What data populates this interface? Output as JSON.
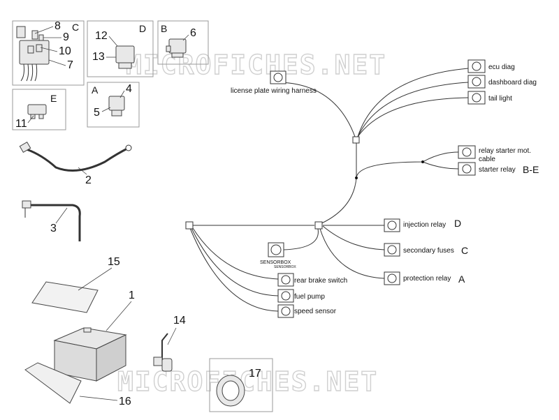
{
  "watermark": "MICROFICHES.NET",
  "groups": {
    "C": "C",
    "D": "D",
    "B": "B",
    "A": "A",
    "E": "E"
  },
  "part_numbers": {
    "p1": "1",
    "p2": "2",
    "p3": "3",
    "p4": "4",
    "p5": "5",
    "p6": "6",
    "p7": "7",
    "p8": "8",
    "p9": "9",
    "p10": "10",
    "p11": "11",
    "p12": "12",
    "p13": "13",
    "p14": "14",
    "p15": "15",
    "p16": "16",
    "p17": "17"
  },
  "connectors": {
    "license_plate": "license plate wiring harness",
    "ecu_diag": "ecu diag",
    "dashboard_diag": "dashboard diag",
    "tail_light": "tail light",
    "relay_starter_mot_1": "relay starter mot.",
    "relay_starter_mot_2": "cable",
    "starter_relay": "starter relay",
    "injection_relay": "injection relay",
    "secondary_fuses": "secondary fuses",
    "protection_relay": "protection relay",
    "rear_brake_switch": "rear brake switch",
    "fuel_pump": "fuel pump",
    "speed_sensor": "speed sensor",
    "sensorbox": "SENSORBOX",
    "sensorbox_small": "SENSORBOX"
  },
  "connector_refs": {
    "starter_relay": "B-E",
    "injection_relay": "D",
    "secondary_fuses": "C",
    "protection_relay": "A"
  }
}
